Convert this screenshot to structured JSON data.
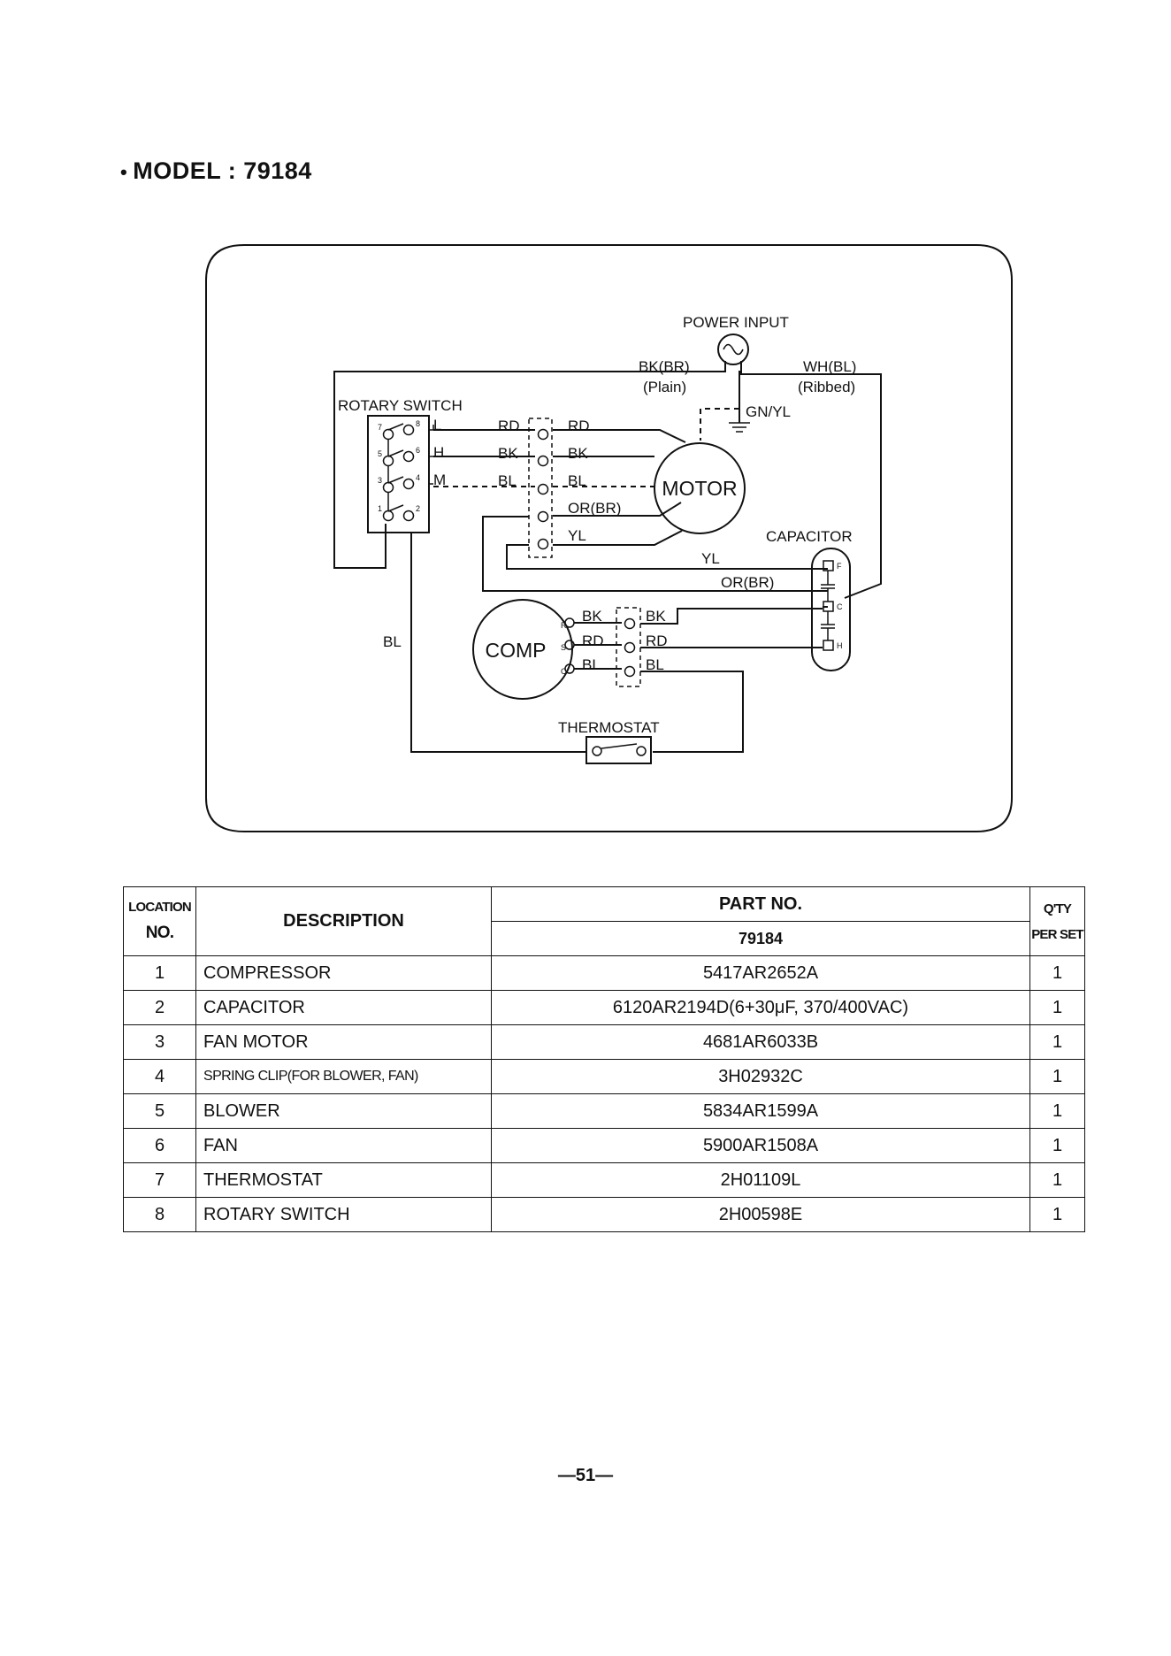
{
  "header": {
    "bullet": "•",
    "title": "MODEL : 79184"
  },
  "diagram": {
    "power_input": "POWER INPUT",
    "bk_br": "BK(BR)",
    "plain": "(Plain)",
    "wh_bl": "WH(BL)",
    "ribbed": "(Ribbed)",
    "gn_yl": "GN/YL",
    "rotary_switch": "ROTARY SWITCH",
    "switch_terminals": [
      "7",
      "8",
      "5",
      "6",
      "3",
      "4",
      "1",
      "2"
    ],
    "switch_speeds": [
      "L",
      "H",
      "M"
    ],
    "motor": "MOTOR",
    "capacitor": "CAPACITOR",
    "cap_terminals": [
      "F",
      "C",
      "H"
    ],
    "comp": "COMP",
    "comp_terminals": [
      "R",
      "S",
      "C"
    ],
    "thermostat": "THERMOSTAT",
    "wires": {
      "rd": "RD",
      "bk": "BK",
      "bl": "BL",
      "or_br": "OR(BR)",
      "yl": "YL"
    }
  },
  "table": {
    "headers": {
      "location_1": "LOCATION",
      "location_2": "NO.",
      "description": "DESCRIPTION",
      "part_no": "PART NO.",
      "model": "79184",
      "qty_1": "Q'TY",
      "qty_2": "PER SET"
    },
    "rows": [
      {
        "loc": "1",
        "desc": "COMPRESSOR",
        "part": "5417AR2652A",
        "qty": "1"
      },
      {
        "loc": "2",
        "desc": "CAPACITOR",
        "part": "6120AR2194D(6+30μF, 370/400VAC)",
        "qty": "1"
      },
      {
        "loc": "3",
        "desc": "FAN MOTOR",
        "part": "4681AR6033B",
        "qty": "1"
      },
      {
        "loc": "4",
        "desc": "SPRING CLIP(FOR BLOWER, FAN)",
        "part": "3H02932C",
        "qty": "1"
      },
      {
        "loc": "5",
        "desc": "BLOWER",
        "part": "5834AR1599A",
        "qty": "1"
      },
      {
        "loc": "6",
        "desc": "FAN",
        "part": "5900AR1508A",
        "qty": "1"
      },
      {
        "loc": "7",
        "desc": "THERMOSTAT",
        "part": "2H01109L",
        "qty": "1"
      },
      {
        "loc": "8",
        "desc": "ROTARY SWITCH",
        "part": "2H00598E",
        "qty": "1"
      }
    ]
  },
  "footer": {
    "page_number": "—51—"
  }
}
